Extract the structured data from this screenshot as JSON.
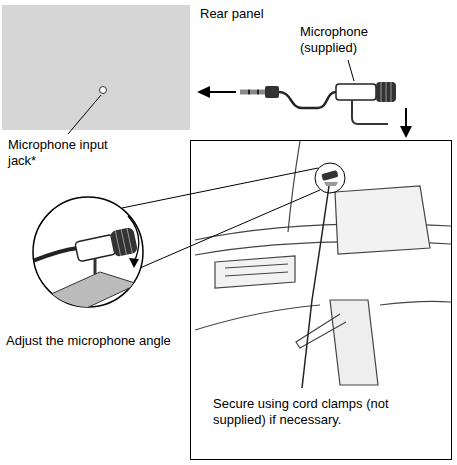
{
  "diagram": {
    "nodes": [
      {
        "text": [
          "Secure using cord clamps (not supplied) if necessary."
        ]
      }
    ],
    "labels": [
      "Rear panel",
      "Microphone (supplied)",
      "Microphone input jack*",
      "Adjust the microphone angle"
    ]
  }
}
